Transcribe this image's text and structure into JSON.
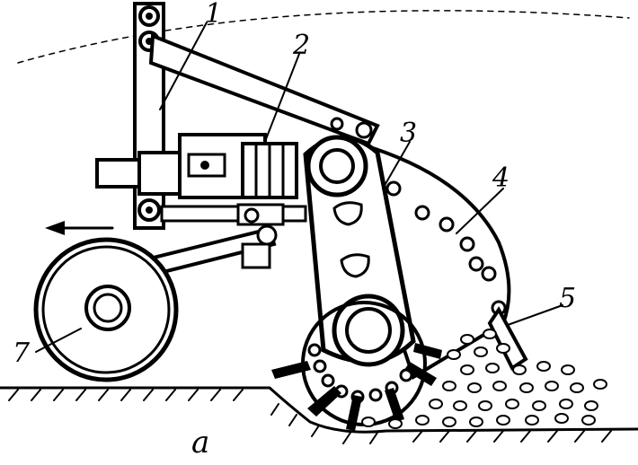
{
  "figure": {
    "callouts": {
      "c1": "1",
      "c2": "2",
      "c3": "3",
      "c4": "4",
      "c5": "5",
      "c7": "7"
    },
    "caption": "а",
    "colors": {
      "ink": "#000000",
      "paper": "#ffffff"
    },
    "icons": {
      "direction": "left-arrow-icon"
    }
  }
}
